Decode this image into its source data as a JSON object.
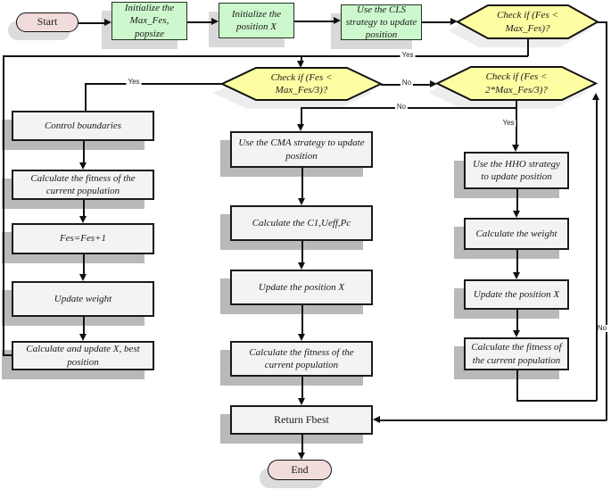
{
  "diagram": {
    "type": "flowchart",
    "colors": {
      "terminator_fill": "#f2dcdb",
      "init_fill": "#cdf7cd",
      "decision_fill": "#fdfda2",
      "process_fill": "#f3f3f3",
      "line": "#111111",
      "shadow": "#b9b9b9"
    },
    "nodes": {
      "start": {
        "label": "Start"
      },
      "init1": {
        "label": "Initialize the\nMax_Fes,\npopsize"
      },
      "init2": {
        "label": "Initialize the\nposition X"
      },
      "cls": {
        "label": "Use the CLS\nstrategy to update\nposition"
      },
      "hex1": {
        "label": "Check if (Fes <\nMax_Fes)?"
      },
      "hex2": {
        "label": "Check if (Fes <\nMax_Fes/3)?"
      },
      "hex3": {
        "label": "Check if (Fes <\n2*Max_Fes/3)?"
      },
      "ctrl": {
        "label": "Control boundaries"
      },
      "lfit": {
        "label": "Calculate the fitness of the\ncurrent population"
      },
      "fes": {
        "label": "Fes=Fes+1"
      },
      "uw": {
        "label": "Update weight"
      },
      "cup": {
        "label": "Calculate and update X, best\nposition"
      },
      "cma": {
        "label": "Use the CMA strategy to update\nposition"
      },
      "c1": {
        "label": "Calculate the C1,Ueff,Pc"
      },
      "upxm": {
        "label": "Update the position X"
      },
      "mfit": {
        "label": "Calculate the fitness of the\ncurrent population"
      },
      "ret": {
        "label": "Return  Fbest"
      },
      "end": {
        "label": "End"
      },
      "hho": {
        "label": "Use the HHO strategy\nto update position"
      },
      "cw": {
        "label": "Calculate the weight"
      },
      "upxr": {
        "label": "Update the position X"
      },
      "rfit": {
        "label": "Calculate the fitness of\nthe current population"
      }
    },
    "edge_labels": {
      "h1_yes": "Yes",
      "h1_no": "No",
      "h2_yes": "Yes",
      "h2_no": "No",
      "h3_yes": "Yes",
      "h3_no": "No"
    },
    "edges": [
      {
        "from": "start",
        "to": "init1"
      },
      {
        "from": "init1",
        "to": "init2"
      },
      {
        "from": "init2",
        "to": "cls"
      },
      {
        "from": "cls",
        "to": "hex1"
      },
      {
        "from": "hex1",
        "to": "hex2",
        "label": "Yes"
      },
      {
        "from": "hex1",
        "to": "ret",
        "label": "No"
      },
      {
        "from": "hex2",
        "to": "ctrl",
        "label": "Yes"
      },
      {
        "from": "hex2",
        "to": "hex3",
        "label": "No"
      },
      {
        "from": "hex3",
        "to": "hho",
        "label": "Yes"
      },
      {
        "from": "hex3",
        "to": "cma",
        "label": "No"
      },
      {
        "from": "ctrl",
        "to": "lfit"
      },
      {
        "from": "lfit",
        "to": "fes"
      },
      {
        "from": "fes",
        "to": "uw"
      },
      {
        "from": "uw",
        "to": "cup"
      },
      {
        "from": "cup",
        "to": "hex2"
      },
      {
        "from": "cma",
        "to": "c1"
      },
      {
        "from": "c1",
        "to": "upxm"
      },
      {
        "from": "upxm",
        "to": "mfit"
      },
      {
        "from": "mfit",
        "to": "ret"
      },
      {
        "from": "ret",
        "to": "end"
      },
      {
        "from": "hho",
        "to": "cw"
      },
      {
        "from": "cw",
        "to": "upxr"
      },
      {
        "from": "upxr",
        "to": "rfit"
      },
      {
        "from": "rfit",
        "to": "hex3"
      }
    ]
  }
}
